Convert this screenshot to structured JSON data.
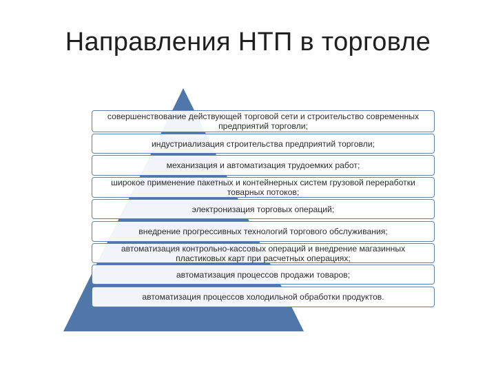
{
  "slide": {
    "title": "Направления НТП в торговле"
  },
  "colors": {
    "pyramid_fill": "#4f77aa",
    "box_border": "#5b7fb2",
    "box_fill": "#ffffff",
    "text": "#2a2a2a"
  },
  "items": [
    "совершенствование действующей торговой сети и строительство современных предприятий торговли;",
    "индустриализация строительства предприятий торговли;",
    "механизация и автоматизация трудоемких работ;",
    "широкое применение пакетных и контейнерных систем грузовой переработки товарных потоков;",
    "электронизация торговых операций;",
    "внедрение прогрессивных технологий торгового обслуживания;",
    "автоматизация контрольно-кассовых операций и внедрение магазинных пластиковых карт при расчетных операциях;",
    "автоматизация процессов продажи товаров;",
    "автоматизация процессов холодильной обработки продуктов."
  ]
}
